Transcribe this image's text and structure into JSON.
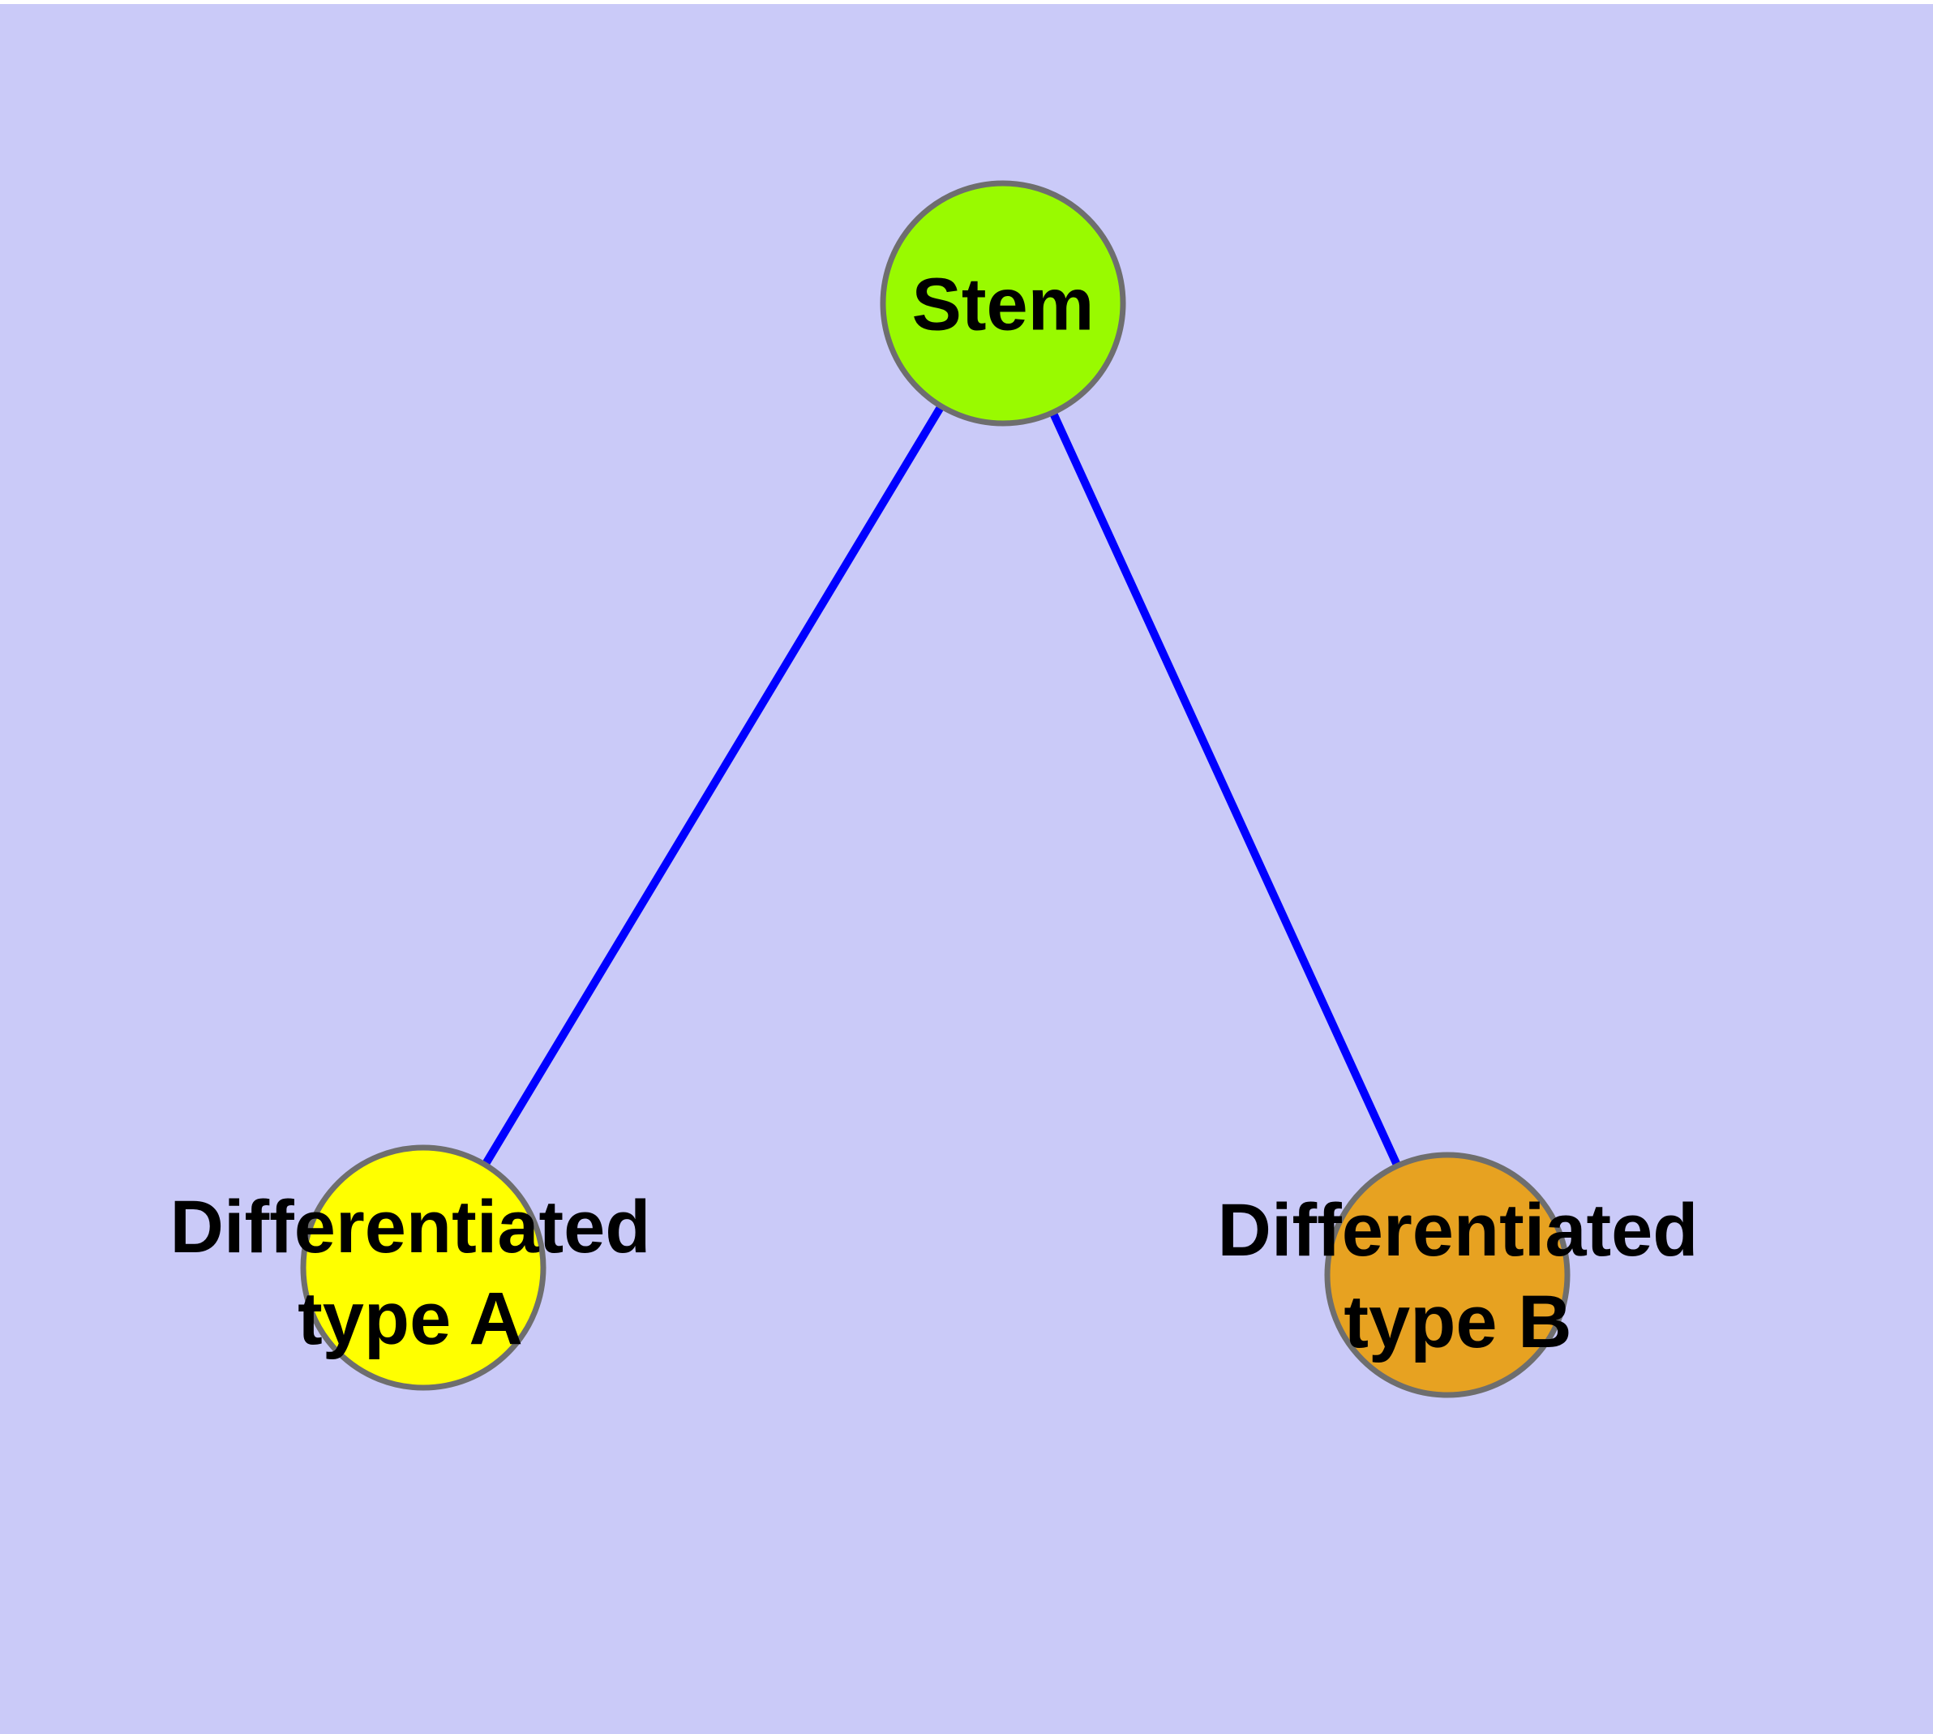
{
  "background": {
    "color": "#CACAF8",
    "top_strip_color": "#FFFFFF"
  },
  "style": {
    "node_stroke_color": "#6E6E6E",
    "edge_color": "#0000FF",
    "text_color": "#000000"
  },
  "nodes": [
    {
      "id": "stem",
      "label": "Stem",
      "fill": "#99FA00"
    },
    {
      "id": "type-a",
      "label_line1": "Differentiated",
      "label_line2": "type A",
      "fill": "#FFFF00"
    },
    {
      "id": "type-b",
      "label_line1": "Differentiated",
      "label_line2": "type B",
      "fill": "#E7A221"
    }
  ],
  "edges": [
    {
      "from": "Stem",
      "to": "Differentiated type A",
      "color": "#0000FF"
    },
    {
      "from": "Stem",
      "to": "Differentiated type B",
      "color": "#0000FF"
    }
  ]
}
